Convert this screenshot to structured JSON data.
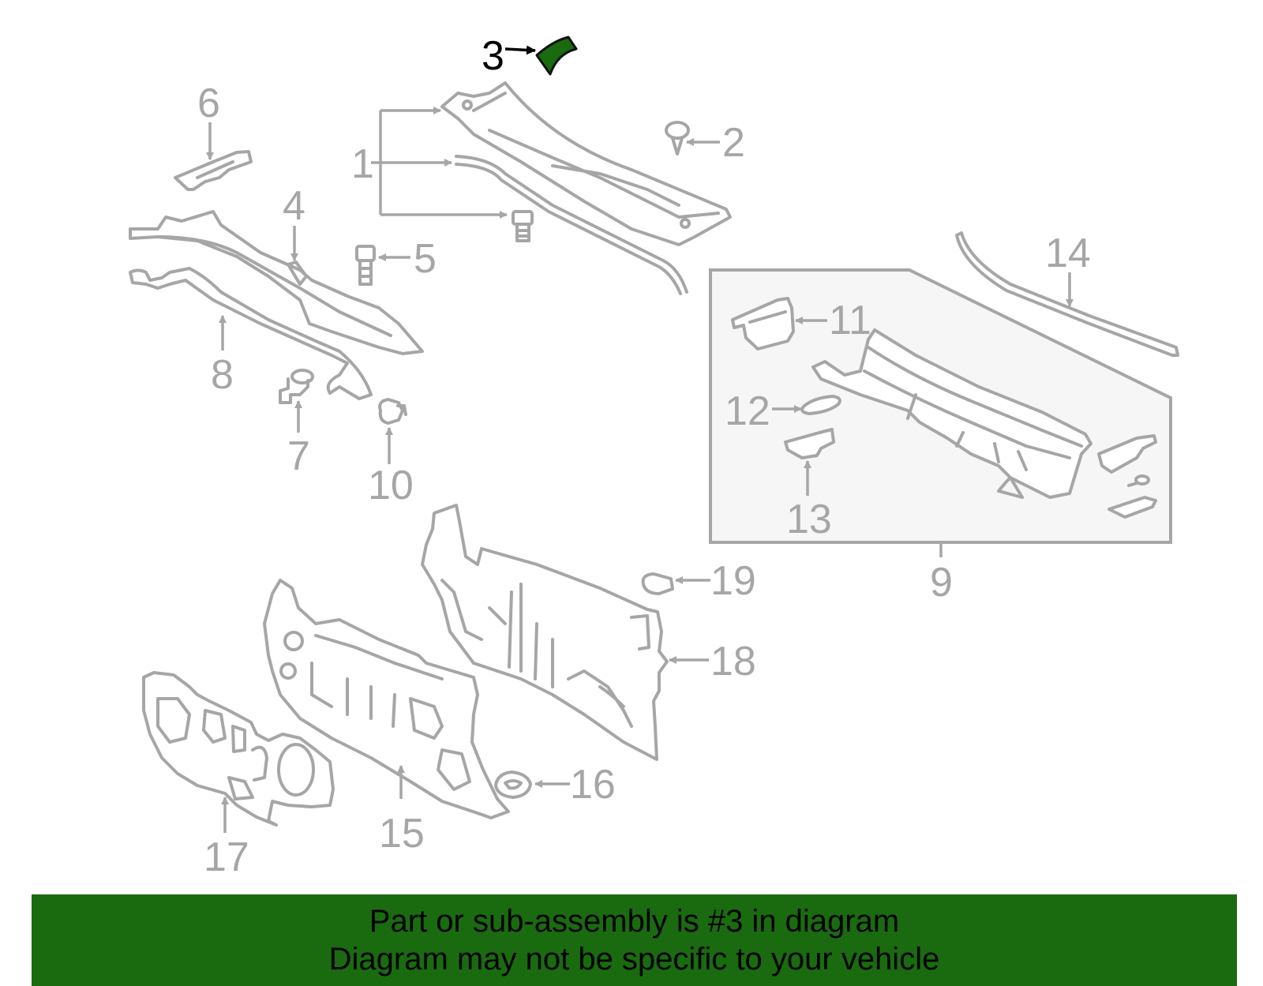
{
  "colors": {
    "highlight": "#1a6b10",
    "part_outline": "#a6a6a6",
    "callout_default": "#a6a6a6",
    "callout_highlight": "#000000",
    "subassembly_box_fill": "#f6f6f6"
  },
  "callouts": {
    "c1": "1",
    "c2": "2",
    "c3": "3",
    "c4": "4",
    "c5": "5",
    "c6": "6",
    "c7": "7",
    "c8": "8",
    "c9": "9",
    "c10": "10",
    "c11": "11",
    "c12": "12",
    "c13": "13",
    "c14": "14",
    "c15": "15",
    "c16": "16",
    "c17": "17",
    "c18": "18",
    "c19": "19"
  },
  "highlighted_part": "3",
  "banner": {
    "line1": "Part or sub-assembly is #3 in diagram",
    "line2": "Diagram may not be specific to your vehicle"
  }
}
